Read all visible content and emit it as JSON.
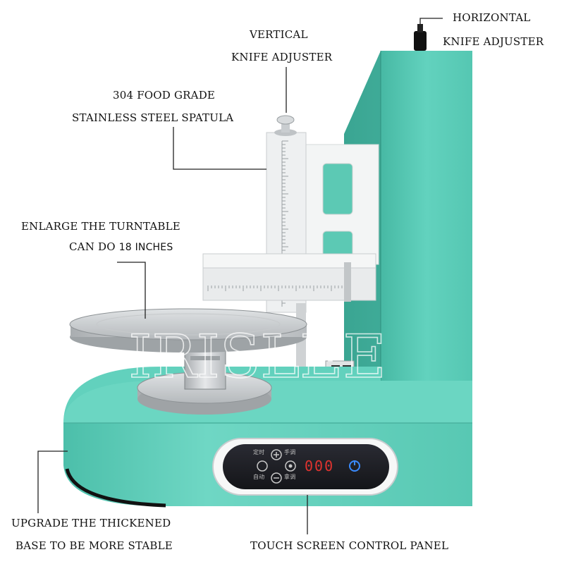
{
  "labels": {
    "horizontal_adjuster": {
      "line1": "HORIZONTAL",
      "line2": "KNIFE ADJUSTER"
    },
    "vertical_adjuster": {
      "line1": "VERTICAL",
      "line2": "KNIFE ADJUSTER"
    },
    "spatula": {
      "line1": "304 FOOD GRADE",
      "line2": "STAINLESS STEEL SPATULA"
    },
    "turntable": {
      "line1": "ENLARGE THE TURNTABLE",
      "line2_a": "CAN DO ",
      "line2_b": "18 INCHES"
    },
    "base": {
      "line1": "UPGRADE THE THICKENED",
      "line2": "BASE TO BE MORE STABLE"
    },
    "control_panel": {
      "line1": "TOUCH SCREEN CONTROL PANEL"
    }
  },
  "watermark": "IRISLEE",
  "panel": {
    "display": "000",
    "buttons_left": [
      "定时",
      "自动"
    ],
    "buttons_right": [
      "手调",
      "拿调"
    ]
  },
  "colors": {
    "machine_body": "#5dcdb8",
    "machine_dark": "#3aa592",
    "steel": "#c9ccce",
    "panel_bg": "#1b1c22",
    "display_red": "#e0332f",
    "power_blue": "#3a8bff"
  }
}
